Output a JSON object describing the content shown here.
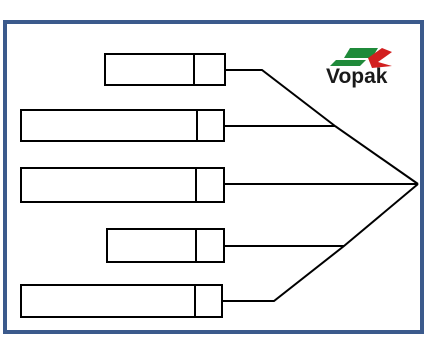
{
  "logo": {
    "text": "Vopak",
    "colors": {
      "green": "#1f8a3a",
      "red": "#d21f1f",
      "text": "#1a1a1a"
    }
  },
  "frame": {
    "border_color": "#3b5a8c"
  },
  "diagram": {
    "type": "tree-bracket",
    "box_count": 5,
    "line_color": "#000000"
  }
}
